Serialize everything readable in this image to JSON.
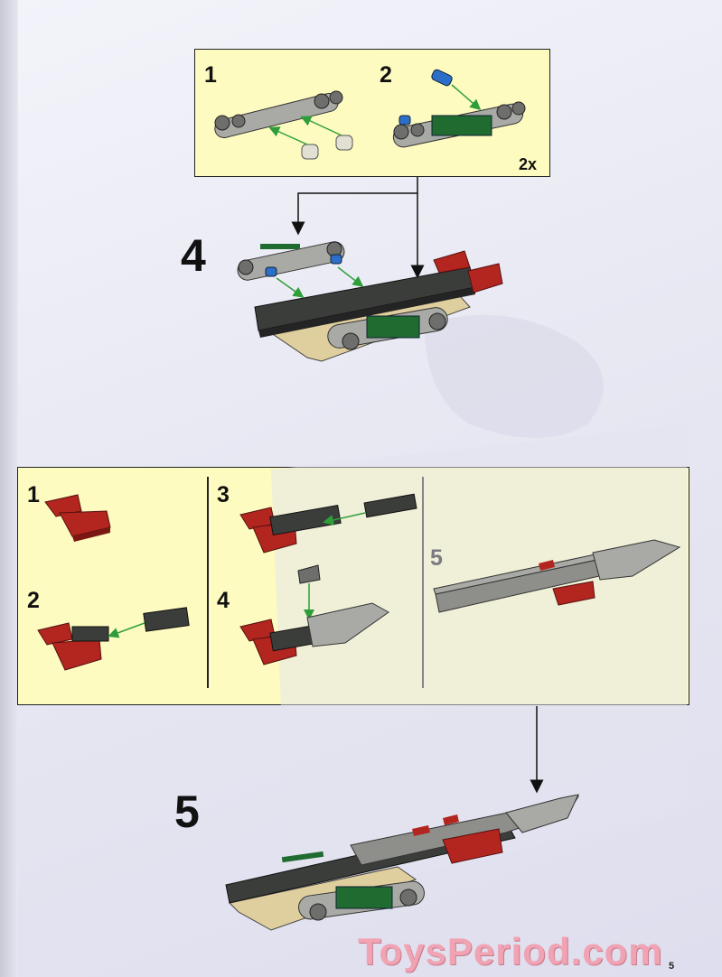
{
  "panel_top": {
    "sub_steps": [
      {
        "label": "1"
      },
      {
        "label": "2"
      }
    ],
    "multiplier": "2x"
  },
  "step_a": {
    "number": "4"
  },
  "panel_bottom": {
    "sub_steps": [
      {
        "label": "1"
      },
      {
        "label": "2"
      },
      {
        "label": "3"
      },
      {
        "label": "4"
      },
      {
        "label": "5"
      }
    ]
  },
  "step_b": {
    "number": "5"
  },
  "watermark": "ToysPeriod.com",
  "page_number": "5"
}
